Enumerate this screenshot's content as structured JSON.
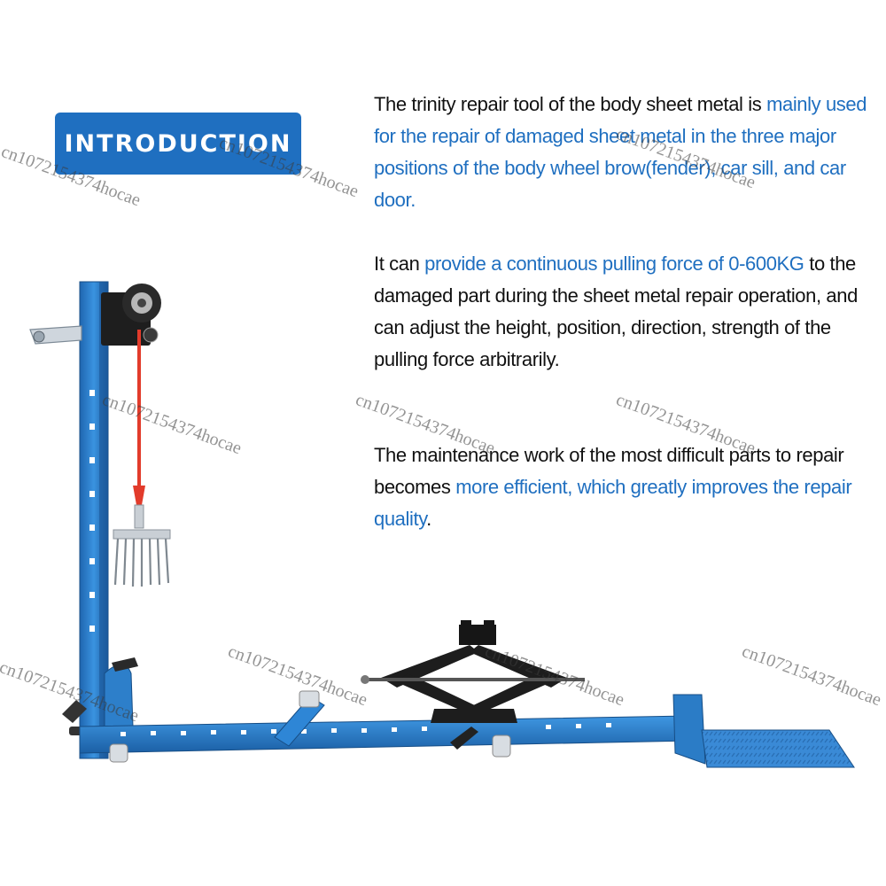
{
  "badge": {
    "label": "INTRODUCTION"
  },
  "paragraphs": [
    {
      "segments": [
        {
          "text": "The trinity repair tool of the body sheet metal is ",
          "highlight": false
        },
        {
          "text": "mainly used for the repair of damaged sheet metal in the three major positions of the body wheel brow(fender), car sill, and car door.",
          "highlight": true
        }
      ]
    },
    {
      "segments": [
        {
          "text": "It can ",
          "highlight": false
        },
        {
          "text": "provide a continuous pulling force of 0-600KG",
          "highlight": true
        },
        {
          "text": " to the damaged part during the sheet metal repair operation, and can adjust the height, position, direction, strength of the pulling force arbitrarily.",
          "highlight": false
        }
      ]
    },
    {
      "segments": [
        {
          "text": "The maintenance work of the most difficult parts to repair becomes ",
          "highlight": false
        },
        {
          "text": "more efficient, which greatly improves the repair quality",
          "highlight": true
        },
        {
          "text": ".",
          "highlight": false
        }
      ]
    }
  ],
  "watermark": "cn1072154374hocae",
  "colors": {
    "accent": "#1f6fc0",
    "frame_blue": "#2e86d6",
    "text": "#111111"
  }
}
